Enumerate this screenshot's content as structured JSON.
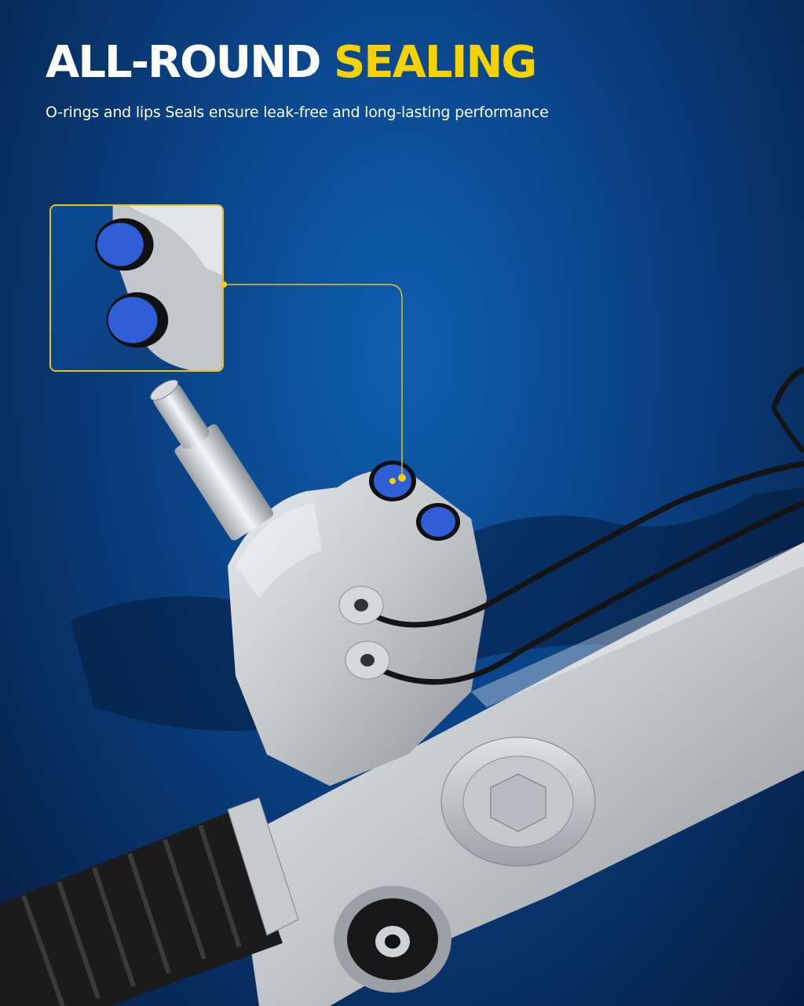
{
  "headline": {
    "part1": "ALL-ROUND",
    "part2": "SEALING"
  },
  "subtitle": "O-rings and lips Seals ensure leak-free and long-lasting performance",
  "colors": {
    "accent_yellow": "#f6d200",
    "background_blue": "#0b4b93",
    "seal_blue": "#2e5fd6",
    "metal": "#c9cccf",
    "bellows": "#1a1a1a"
  },
  "images": {
    "product": "power-steering-rack-assembly",
    "inset": "closeup-of-blue-port-seals"
  }
}
